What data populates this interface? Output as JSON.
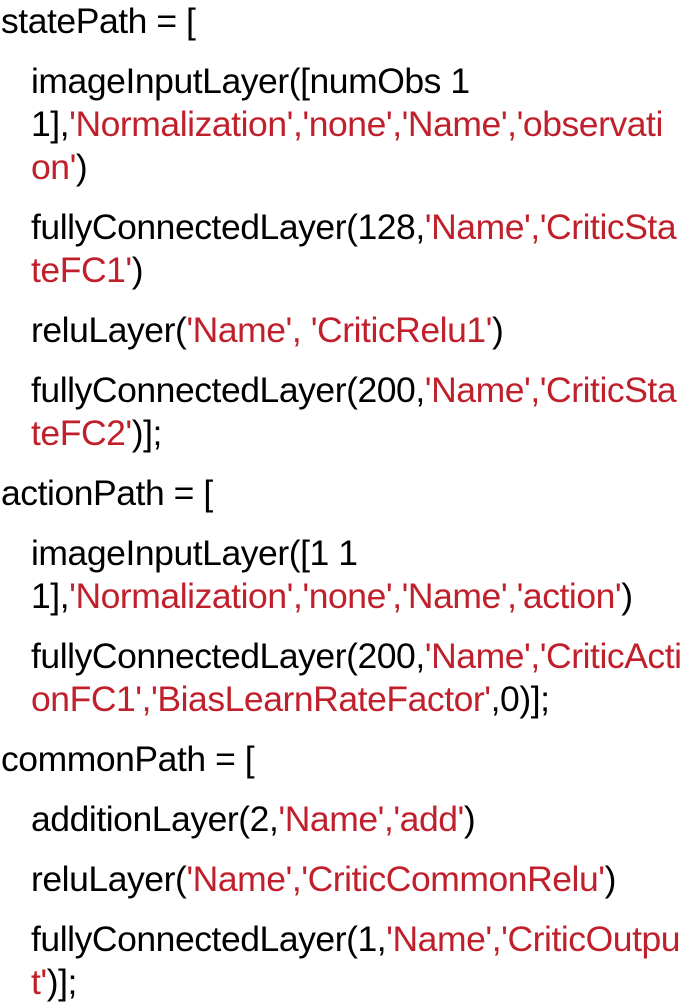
{
  "figure": {
    "kind": "matlab-code-listing",
    "language": "MATLAB",
    "background_color": "#FFFFFF",
    "text_color": "#000000",
    "string_literal_color": "#C0202B"
  },
  "code": {
    "blocks": [
      {
        "name": "statePath",
        "header": "statePath = [",
        "statements": [
          {
            "id": "state-image-input-layer",
            "segments": [
              {
                "text": "imageInputLayer([numObs 1 1],",
                "color": "black"
              },
              {
                "text": "'Normalization','none','Name','observation'",
                "color": "red"
              },
              {
                "text": ")",
                "color": "black"
              }
            ]
          },
          {
            "id": "state-fc1",
            "segments": [
              {
                "text": "fullyConnectedLayer(128,",
                "color": "black"
              },
              {
                "text": "'Name','CriticStateFC1'",
                "color": "red"
              },
              {
                "text": ")",
                "color": "black"
              }
            ]
          },
          {
            "id": "state-relu1",
            "segments": [
              {
                "text": "reluLayer(",
                "color": "black"
              },
              {
                "text": "'Name', 'CriticRelu1'",
                "color": "red"
              },
              {
                "text": ")",
                "color": "black"
              }
            ]
          },
          {
            "id": "state-fc2",
            "segments": [
              {
                "text": "fullyConnectedLayer(200,",
                "color": "black"
              },
              {
                "text": "'Name','CriticStateFC2'",
                "color": "red"
              },
              {
                "text": ")];",
                "color": "black"
              }
            ]
          }
        ]
      },
      {
        "name": "actionPath",
        "header": "actionPath = [",
        "statements": [
          {
            "id": "action-image-input-layer",
            "segments": [
              {
                "text": "imageInputLayer([1 1 1],",
                "color": "black"
              },
              {
                "text": "'Normalization','none','Name','action'",
                "color": "red"
              },
              {
                "text": ")",
                "color": "black"
              }
            ]
          },
          {
            "id": "action-fc1",
            "segments": [
              {
                "text": "fullyConnectedLayer(200,",
                "color": "black"
              },
              {
                "text": "'Name','CriticActionFC1','BiasLearnRateFactor'",
                "color": "red"
              },
              {
                "text": ",0)];",
                "color": "black"
              }
            ]
          }
        ]
      },
      {
        "name": "commonPath",
        "header": "commonPath = [",
        "statements": [
          {
            "id": "common-addition-layer",
            "segments": [
              {
                "text": "additionLayer(2,",
                "color": "black"
              },
              {
                "text": "'Name','add'",
                "color": "red"
              },
              {
                "text": ")",
                "color": "black"
              }
            ]
          },
          {
            "id": "common-relu",
            "segments": [
              {
                "text": "reluLayer(",
                "color": "black"
              },
              {
                "text": "'Name','CriticCommonRelu'",
                "color": "red"
              },
              {
                "text": ")",
                "color": "black"
              }
            ]
          },
          {
            "id": "common-output-fc",
            "segments": [
              {
                "text": "fullyConnectedLayer(1,",
                "color": "black"
              },
              {
                "text": "'Name','CriticOutput'",
                "color": "red"
              },
              {
                "text": ")];",
                "color": "black"
              }
            ]
          }
        ]
      }
    ]
  }
}
